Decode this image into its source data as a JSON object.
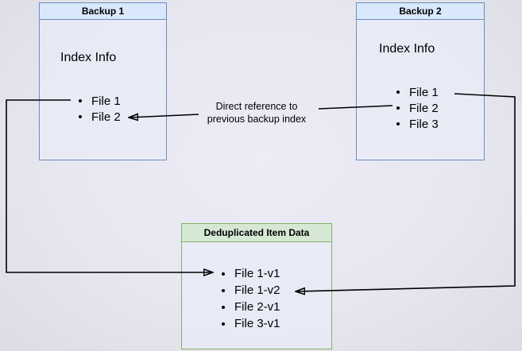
{
  "backup1": {
    "header": "Backup 1",
    "body_label": "Index Info",
    "items": [
      "File 1",
      "File 2"
    ]
  },
  "backup2": {
    "header": "Backup 2",
    "body_label": "Index Info",
    "items": [
      "File 1",
      "File 2",
      "File 3"
    ]
  },
  "dedup": {
    "header": "Deduplicated Item Data",
    "items": [
      "File 1-v1",
      "File 1-v2",
      "File 2-v1",
      "File 3-v1"
    ]
  },
  "edge_label": {
    "line1": "Direct reference to",
    "line2": "previous backup index"
  },
  "colors": {
    "blue_fill": "#dae8fc",
    "blue_stroke": "#6c8ebf",
    "green_fill": "#d5e8d4",
    "green_stroke": "#82b366",
    "arrow": "#000000",
    "text": "#000000"
  },
  "arrows": [
    {
      "name": "backup1-file1-to-dedup-file1v1"
    },
    {
      "name": "backup2-file1-to-dedup-file1v2"
    },
    {
      "name": "backup2-file2-to-backup1-index",
      "label": "Direct reference to previous backup index"
    }
  ]
}
